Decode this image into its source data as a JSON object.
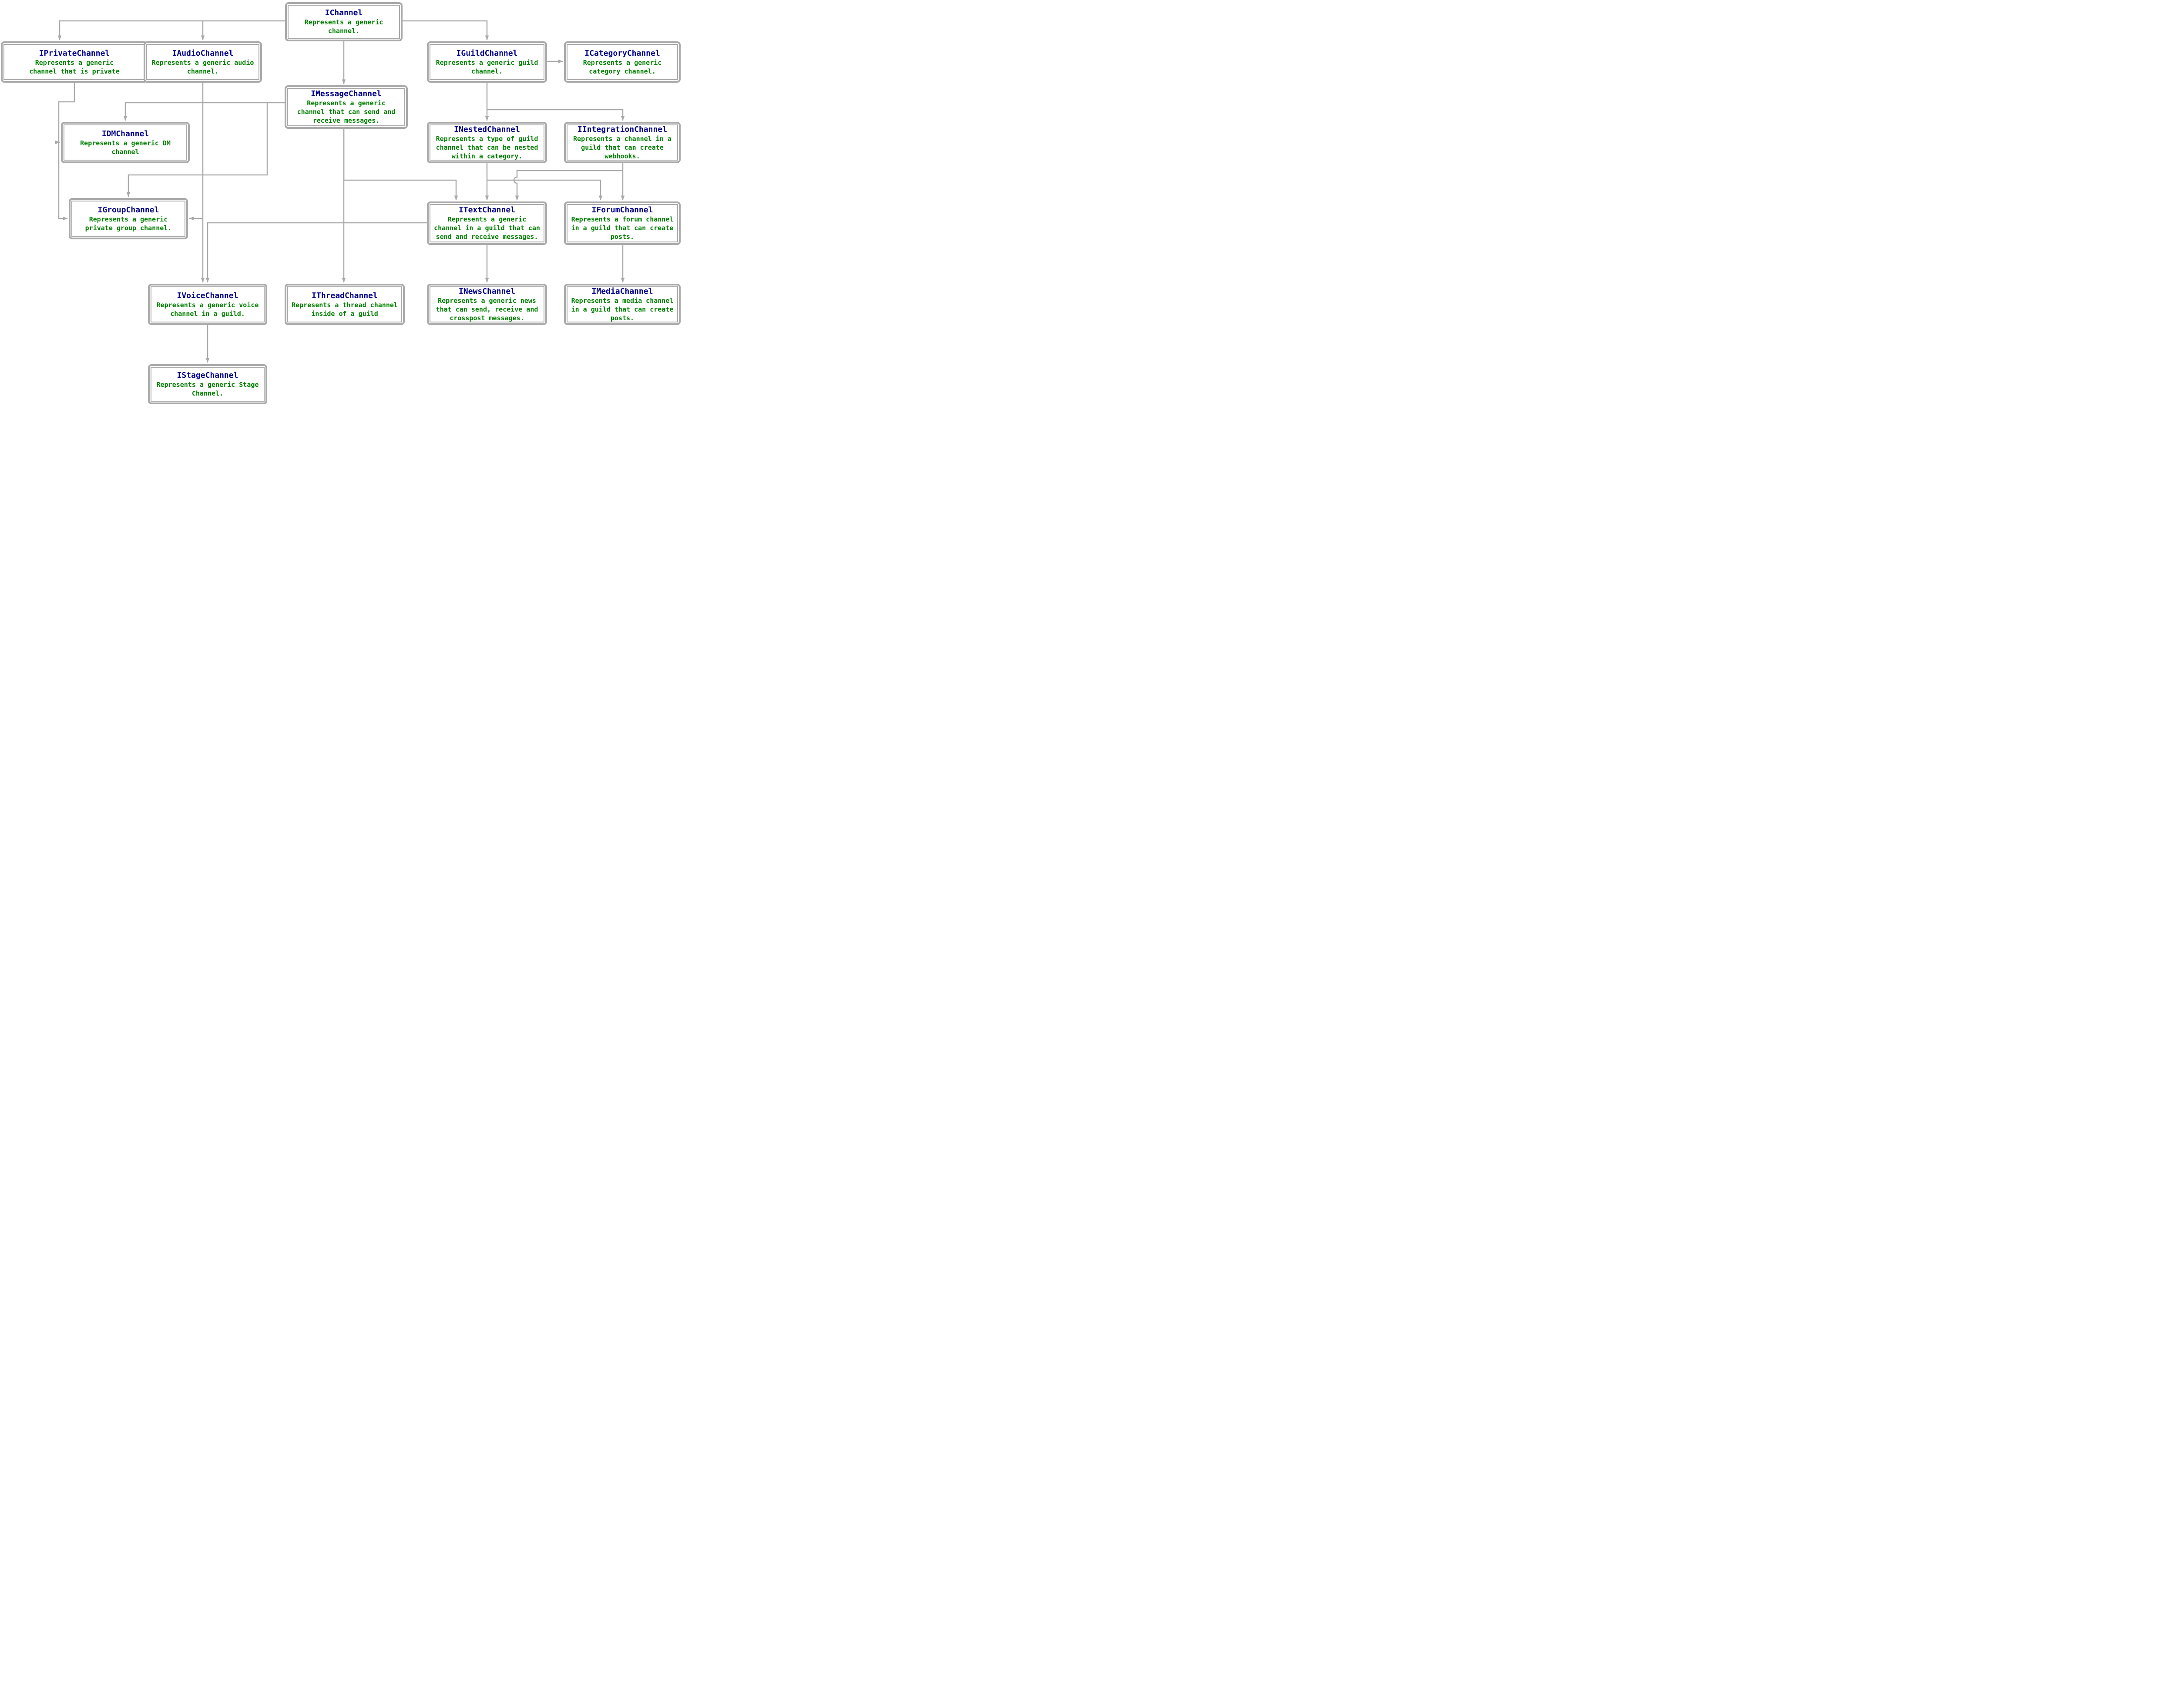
{
  "diagram": {
    "description": "Interface inheritance diagram of generic channel types",
    "colors": {
      "title": "#00008b",
      "body_text": "#008000",
      "border": "#a9a9a9",
      "arrow": "#a9a9a9",
      "background": "#ffffff"
    },
    "nodes": [
      {
        "id": "IChannel",
        "title": "IChannel",
        "desc": "Represents a generic\nchannel."
      },
      {
        "id": "IPrivateChannel",
        "title": "IPrivateChannel",
        "desc": "Represents a generic\nchannel that is private"
      },
      {
        "id": "IAudioChannel",
        "title": "IAudioChannel",
        "desc": "Represents a generic audio\nchannel."
      },
      {
        "id": "IGuildChannel",
        "title": "IGuildChannel",
        "desc": "Represents a generic guild\nchannel."
      },
      {
        "id": "ICategoryChannel",
        "title": "ICategoryChannel",
        "desc": "Represents a generic\ncategory channel."
      },
      {
        "id": "IMessageChannel",
        "title": "IMessageChannel",
        "desc": "Represents a generic\nchannel that can send and\nreceive messages."
      },
      {
        "id": "IDMChannel",
        "title": "IDMChannel",
        "desc": "Represents a generic DM\nchannel"
      },
      {
        "id": "INestedChannel",
        "title": "INestedChannel",
        "desc": "Represents a type of guild\nchannel that can be nested\nwithin a category."
      },
      {
        "id": "IIntegrationChannel",
        "title": "IIntegrationChannel",
        "desc": "Represents a channel in a\nguild that can create\nwebhooks."
      },
      {
        "id": "IGroupChannel",
        "title": "IGroupChannel",
        "desc": "Represents a generic\nprivate group channel."
      },
      {
        "id": "ITextChannel",
        "title": "ITextChannel",
        "desc": "Represents a generic\nchannel in a guild that can\nsend and receive messages."
      },
      {
        "id": "IForumChannel",
        "title": "IForumChannel",
        "desc": "Represents a forum channel\nin a guild that can create\nposts."
      },
      {
        "id": "IVoiceChannel",
        "title": "IVoiceChannel",
        "desc": "Represents a generic voice\nchannel in a guild."
      },
      {
        "id": "IThreadChannel",
        "title": "IThreadChannel",
        "desc": "Represents a thread channel\ninside of a guild"
      },
      {
        "id": "INewsChannel",
        "title": "INewsChannel",
        "desc": "Represents a generic news\nthat can send, receive and\ncrosspost messages."
      },
      {
        "id": "IMediaChannel",
        "title": "IMediaChannel",
        "desc": "Represents a media channel\nin a guild that can create\nposts."
      },
      {
        "id": "IStageChannel",
        "title": "IStageChannel",
        "desc": "Represents a generic Stage\nChannel."
      }
    ],
    "edges": [
      {
        "from": "IChannel",
        "to": "IPrivateChannel"
      },
      {
        "from": "IChannel",
        "to": "IAudioChannel"
      },
      {
        "from": "IChannel",
        "to": "IGuildChannel"
      },
      {
        "from": "IChannel",
        "to": "IMessageChannel"
      },
      {
        "from": "IGuildChannel",
        "to": "ICategoryChannel"
      },
      {
        "from": "IGuildChannel",
        "to": "INestedChannel"
      },
      {
        "from": "IGuildChannel",
        "to": "IIntegrationChannel"
      },
      {
        "from": "IPrivateChannel",
        "to": "IDMChannel"
      },
      {
        "from": "IPrivateChannel",
        "to": "IGroupChannel"
      },
      {
        "from": "IMessageChannel",
        "to": "IDMChannel"
      },
      {
        "from": "IMessageChannel",
        "to": "IGroupChannel"
      },
      {
        "from": "IMessageChannel",
        "to": "ITextChannel"
      },
      {
        "from": "IMessageChannel",
        "to": "IThreadChannel"
      },
      {
        "from": "IAudioChannel",
        "to": "IGroupChannel"
      },
      {
        "from": "IAudioChannel",
        "to": "IVoiceChannel"
      },
      {
        "from": "INestedChannel",
        "to": "ITextChannel"
      },
      {
        "from": "INestedChannel",
        "to": "IForumChannel"
      },
      {
        "from": "IIntegrationChannel",
        "to": "ITextChannel"
      },
      {
        "from": "IIntegrationChannel",
        "to": "IForumChannel"
      },
      {
        "from": "ITextChannel",
        "to": "IVoiceChannel"
      },
      {
        "from": "ITextChannel",
        "to": "INewsChannel"
      },
      {
        "from": "IForumChannel",
        "to": "IMediaChannel"
      },
      {
        "from": "IVoiceChannel",
        "to": "IStageChannel"
      }
    ]
  }
}
